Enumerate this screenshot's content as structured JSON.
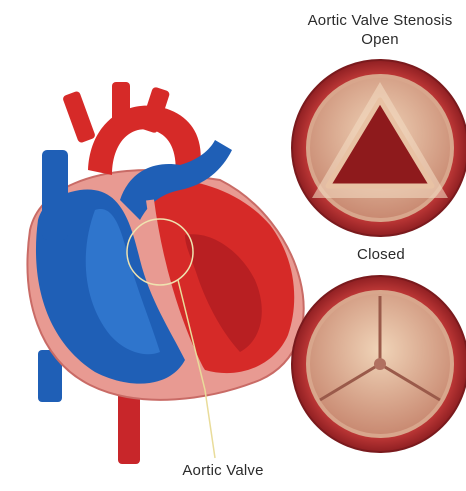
{
  "labels": {
    "title": "Aortic Valve Stenosis",
    "open": "Open",
    "closed": "Closed",
    "aortic_valve": "Aortic Valve"
  },
  "colors": {
    "artery_red": "#d62a28",
    "vein_blue": "#1f5fb6",
    "tissue_pink": "#e89a92",
    "valve_rim": "#b93232",
    "valve_cream": "#e8c2a4",
    "leader_line": "#e9dc9a"
  }
}
